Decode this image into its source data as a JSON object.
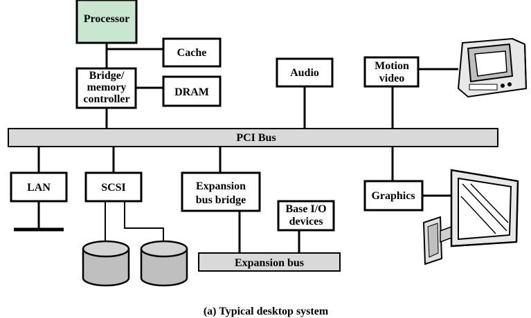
{
  "diagram": {
    "colors": {
      "processor_fill": "#c8e6d0",
      "bus_fill": "#d9d9d9",
      "stroke": "#000000"
    },
    "nodes": {
      "processor": "Processor",
      "cache": "Cache",
      "bridge_line1": "Bridge/",
      "bridge_line2": "memory",
      "bridge_line3": "controller",
      "dram": "DRAM",
      "audio": "Audio",
      "motion_line1": "Motion",
      "motion_line2": "video",
      "pci_bus": "PCI Bus",
      "lan": "LAN",
      "scsi": "SCSI",
      "expansion_bridge_line1": "Expansion",
      "expansion_bridge_line2": "bus bridge",
      "base_io_line1": "Base I/O",
      "base_io_line2": "devices",
      "expansion_bus": "Expansion bus",
      "graphics": "Graphics"
    },
    "icons": [
      "television-icon",
      "disk-icon",
      "disk-icon",
      "monitor-icon",
      "network-icon"
    ],
    "caption": "(a) Typical desktop system"
  }
}
